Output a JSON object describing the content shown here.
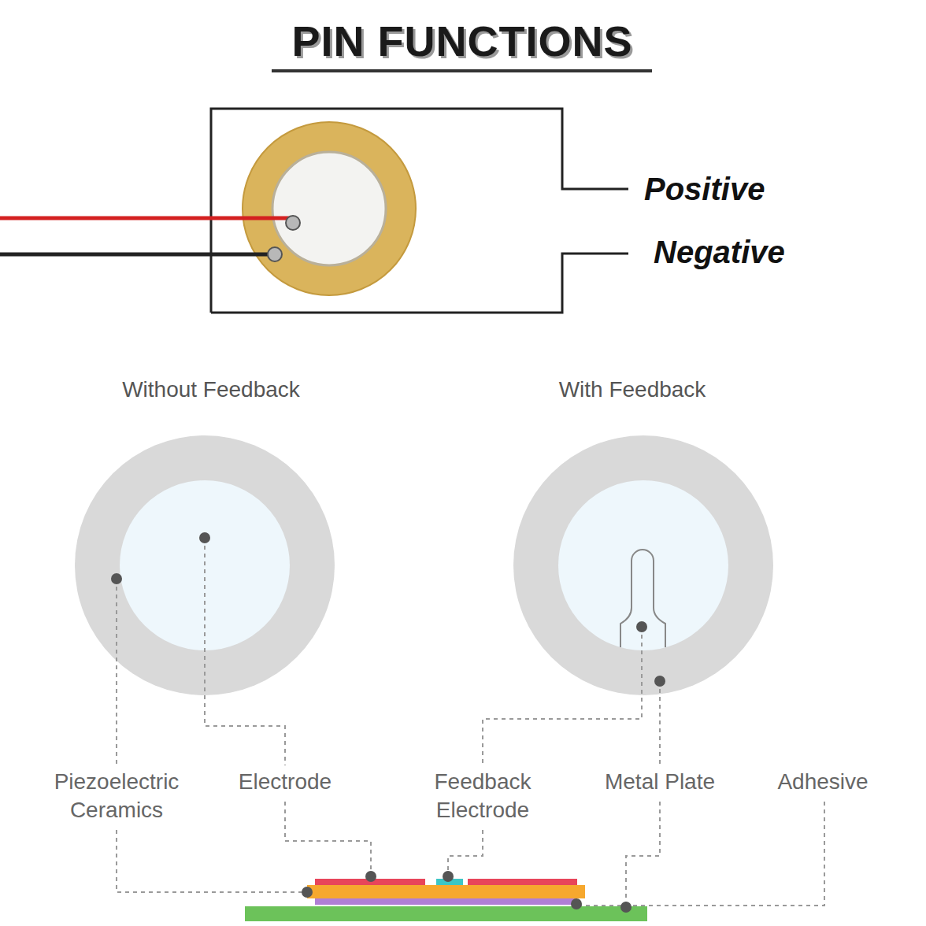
{
  "diagram": {
    "title": "PIN FUNCTIONS",
    "labels": [
      "Positive",
      "Negative",
      "Without Feedback",
      "With Feedback",
      "Piezoelectric Ceramics",
      "Electrode",
      "Feedback Electrode",
      "Metal Plate",
      "Adhesive"
    ]
  }
}
